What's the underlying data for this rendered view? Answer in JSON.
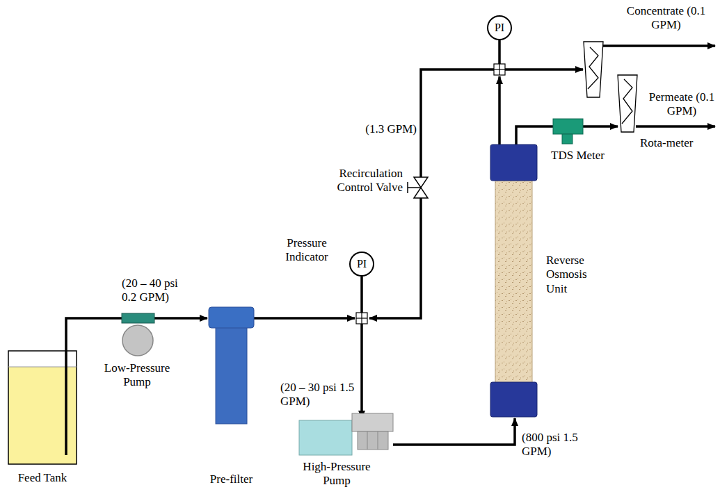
{
  "diagram": {
    "nodes": [
      {
        "text": [
          "PI"
        ]
      },
      {
        "text": [
          "PI"
        ]
      }
    ],
    "labels": [
      "Concentrate (0.1 GPM)",
      "Permeate (0.1 GPM)",
      "Rota-meter",
      "TDS Meter",
      "(1.3 GPM)",
      "Recirculation Control Valve",
      "Reverse Osmosis Unit",
      "Pressure Indicator",
      "(20 – 40 psi 0.2 GPM)",
      "Low-Pressure Pump",
      "Feed Tank",
      "Pre-filter",
      "(20 – 30 psi 1.5 GPM)",
      "High-Pressure Pump",
      "(800 psi 1.5 GPM)"
    ]
  }
}
